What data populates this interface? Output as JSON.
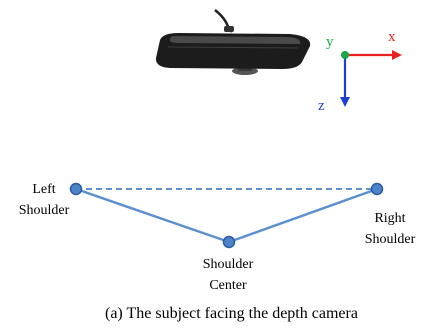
{
  "colors": {
    "x_axis": "#e8231f",
    "y_axis": "#1aa64a",
    "z_axis": "#1f3fcf",
    "skeleton": "#5b8fd0",
    "node_fill": "#4f83c9",
    "node_stroke": "#2a5aa0",
    "sensor_body": "#1c1c1c"
  },
  "axes": {
    "x": "x",
    "y": "y",
    "z": "z"
  },
  "joints": {
    "left_shoulder": [
      "Left",
      "Shoulder"
    ],
    "right_shoulder": [
      "Right",
      "Shoulder"
    ],
    "shoulder_center": [
      "Shoulder",
      "Center"
    ]
  },
  "caption": "(a) The subject facing the depth camera"
}
